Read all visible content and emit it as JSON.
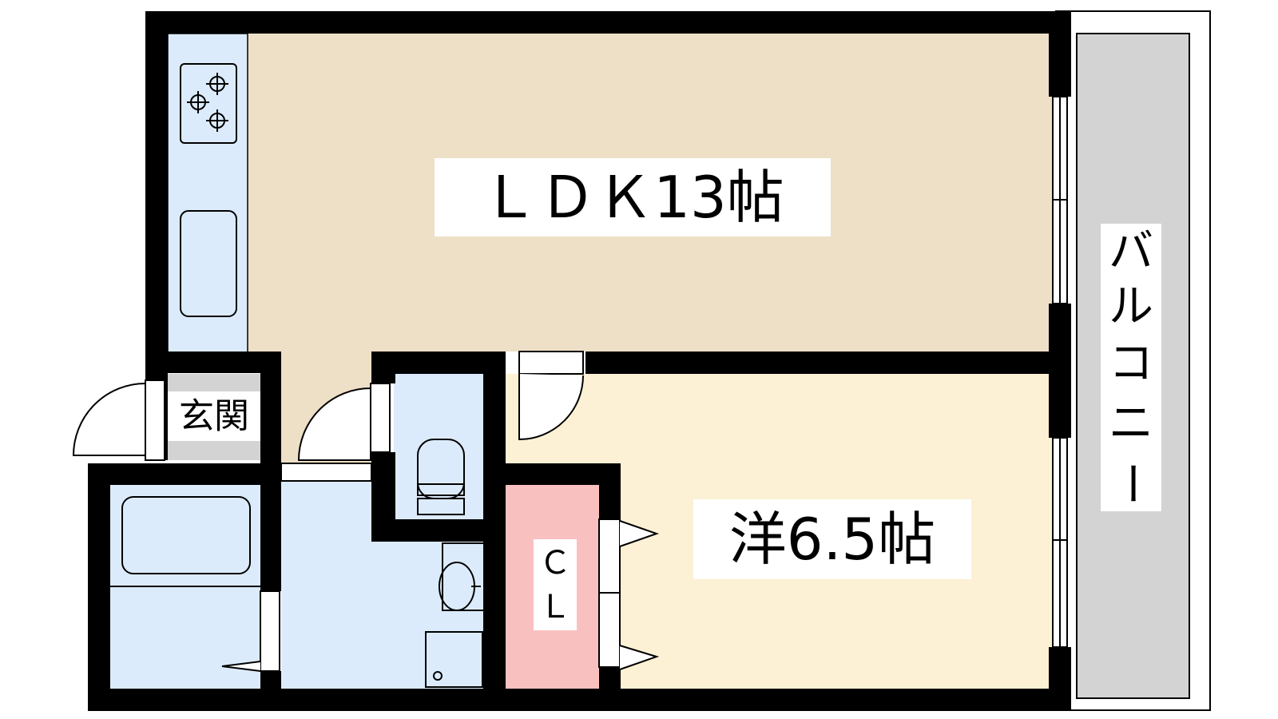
{
  "floorplan": {
    "rooms": {
      "ldk": {
        "label": "ＬＤＫ13帖",
        "color": "#EEDFC7"
      },
      "western": {
        "label": "洋6.5帖",
        "color": "#FCF1D4"
      },
      "closet": {
        "label_top": "Ｃ",
        "label_bottom": "Ｌ",
        "color": "#F8C0BF"
      },
      "entrance": {
        "label": "玄関",
        "color": "#D3D3D3"
      },
      "balcony": {
        "label_chars": [
          "バ",
          "ル",
          "コ",
          "ニ",
          "ー"
        ],
        "color": "#D3D3D3"
      },
      "wet_area": {
        "color": "#DCEBFB"
      },
      "kitchen": {
        "color": "#DCEBFB"
      }
    },
    "colors": {
      "wall": "#000000",
      "background": "#FFFFFF",
      "fixture_stroke": "#000000"
    }
  }
}
